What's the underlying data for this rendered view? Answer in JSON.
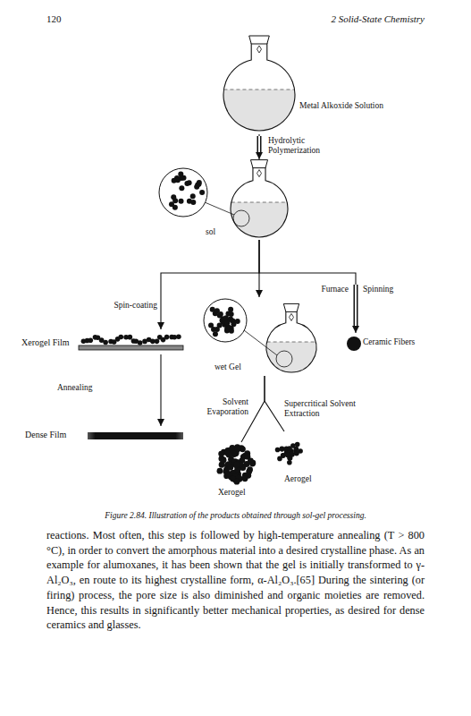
{
  "diagram": {
    "caption": "Figure 2.84. Illustration of the products obtained through sol-gel processing.",
    "nodes": [
      {
        "text": [
          "Metal Alkoxide Solution"
        ]
      },
      {
        "text": [
          "sol"
        ]
      },
      {
        "text": [
          "Xerogel Film"
        ]
      },
      {
        "text": [
          "Ceramic Fibers"
        ]
      },
      {
        "text": [
          "wet Gel"
        ]
      },
      {
        "text": [
          "Dense Film"
        ]
      },
      {
        "text": [
          "Xerogel"
        ]
      },
      {
        "text": [
          "Aerogel"
        ]
      }
    ],
    "edges": [
      {
        "from": 0,
        "to": 1,
        "label": "Hydrolytic Polymerization",
        "arrow": "to"
      },
      {
        "from": 1,
        "to": 2,
        "label": "Spin-coating",
        "arrow": "to"
      },
      {
        "from": 1,
        "to": 4,
        "arrow": "to"
      },
      {
        "from": 1,
        "to": 3,
        "label": "Furnace",
        "arrow": "to"
      },
      {
        "from": 2,
        "to": 5,
        "label": "Annealing",
        "arrow": "to"
      },
      {
        "from": 4,
        "to": 6,
        "label": "Solvent Evaporation",
        "arrow": "none"
      },
      {
        "from": 4,
        "to": 7,
        "label": "Supercritical Solvent Extraction",
        "arrow": "none"
      }
    ],
    "labels": [
      "120",
      "2 Solid-State Chemistry",
      "Spinning",
      "reactions. Most often, this step is followed by high-temperature annealing (T > 800 °C), in order to convert the amorphous material into a desired crystalline phase. As an example for alumoxanes, it has been shown that the gel is initially transformed to γ-Al₂O₃, en route to its highest crystalline form, α-Al₂O₃.[65] During the sintering (or firing) process, the pore size is also diminished and organic moieties are removed. Hence, this results in significantly better mechanical properties, as desired for dense ceramics and glasses."
    ]
  }
}
